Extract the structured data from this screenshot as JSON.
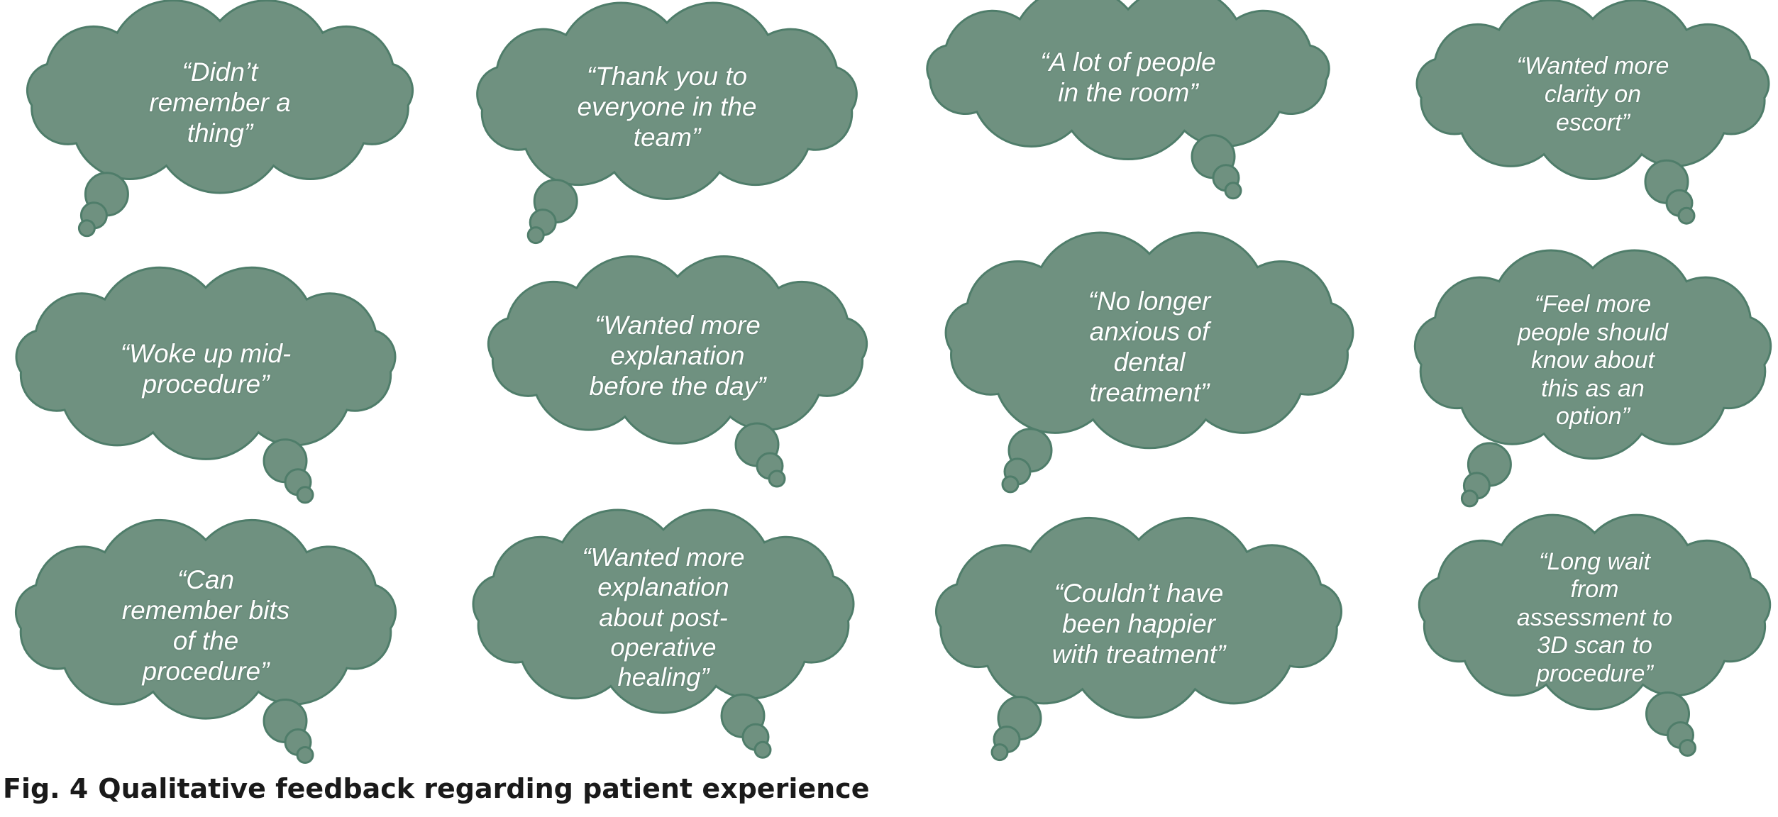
{
  "colors": {
    "bubble_fill": "#6f9180",
    "bubble_stroke": "#4f7d6a",
    "text": "#ffffff",
    "caption": "#1a1a1a"
  },
  "caption": {
    "label": "Fig. 4",
    "title": "Qualitative feedback regarding patient experience"
  },
  "bubbles": [
    {
      "text": "“Didn’t\nremember a\nthing”"
    },
    {
      "text": "“Thank you to\neveryone in the\nteam”"
    },
    {
      "text": "“A lot of people\nin the room”"
    },
    {
      "text": "“Wanted more\nclarity on\nescort”"
    },
    {
      "text": "“Woke up mid-\nprocedure”"
    },
    {
      "text": "“Wanted more\nexplanation\nbefore the day”"
    },
    {
      "text": "“No longer\nanxious of\ndental\ntreatment”"
    },
    {
      "text": "“Feel more\npeople should\nknow about\nthis as an\noption”"
    },
    {
      "text": "“Can\nremember bits\nof the\nprocedure”"
    },
    {
      "text": "“Wanted more\nexplanation\nabout post-\noperative\nhealing”"
    },
    {
      "text": "“Couldn’t have\nbeen happier\nwith treatment”"
    },
    {
      "text": "“Long wait\nfrom\nassessment to\n3D scan to\nprocedure”"
    }
  ]
}
